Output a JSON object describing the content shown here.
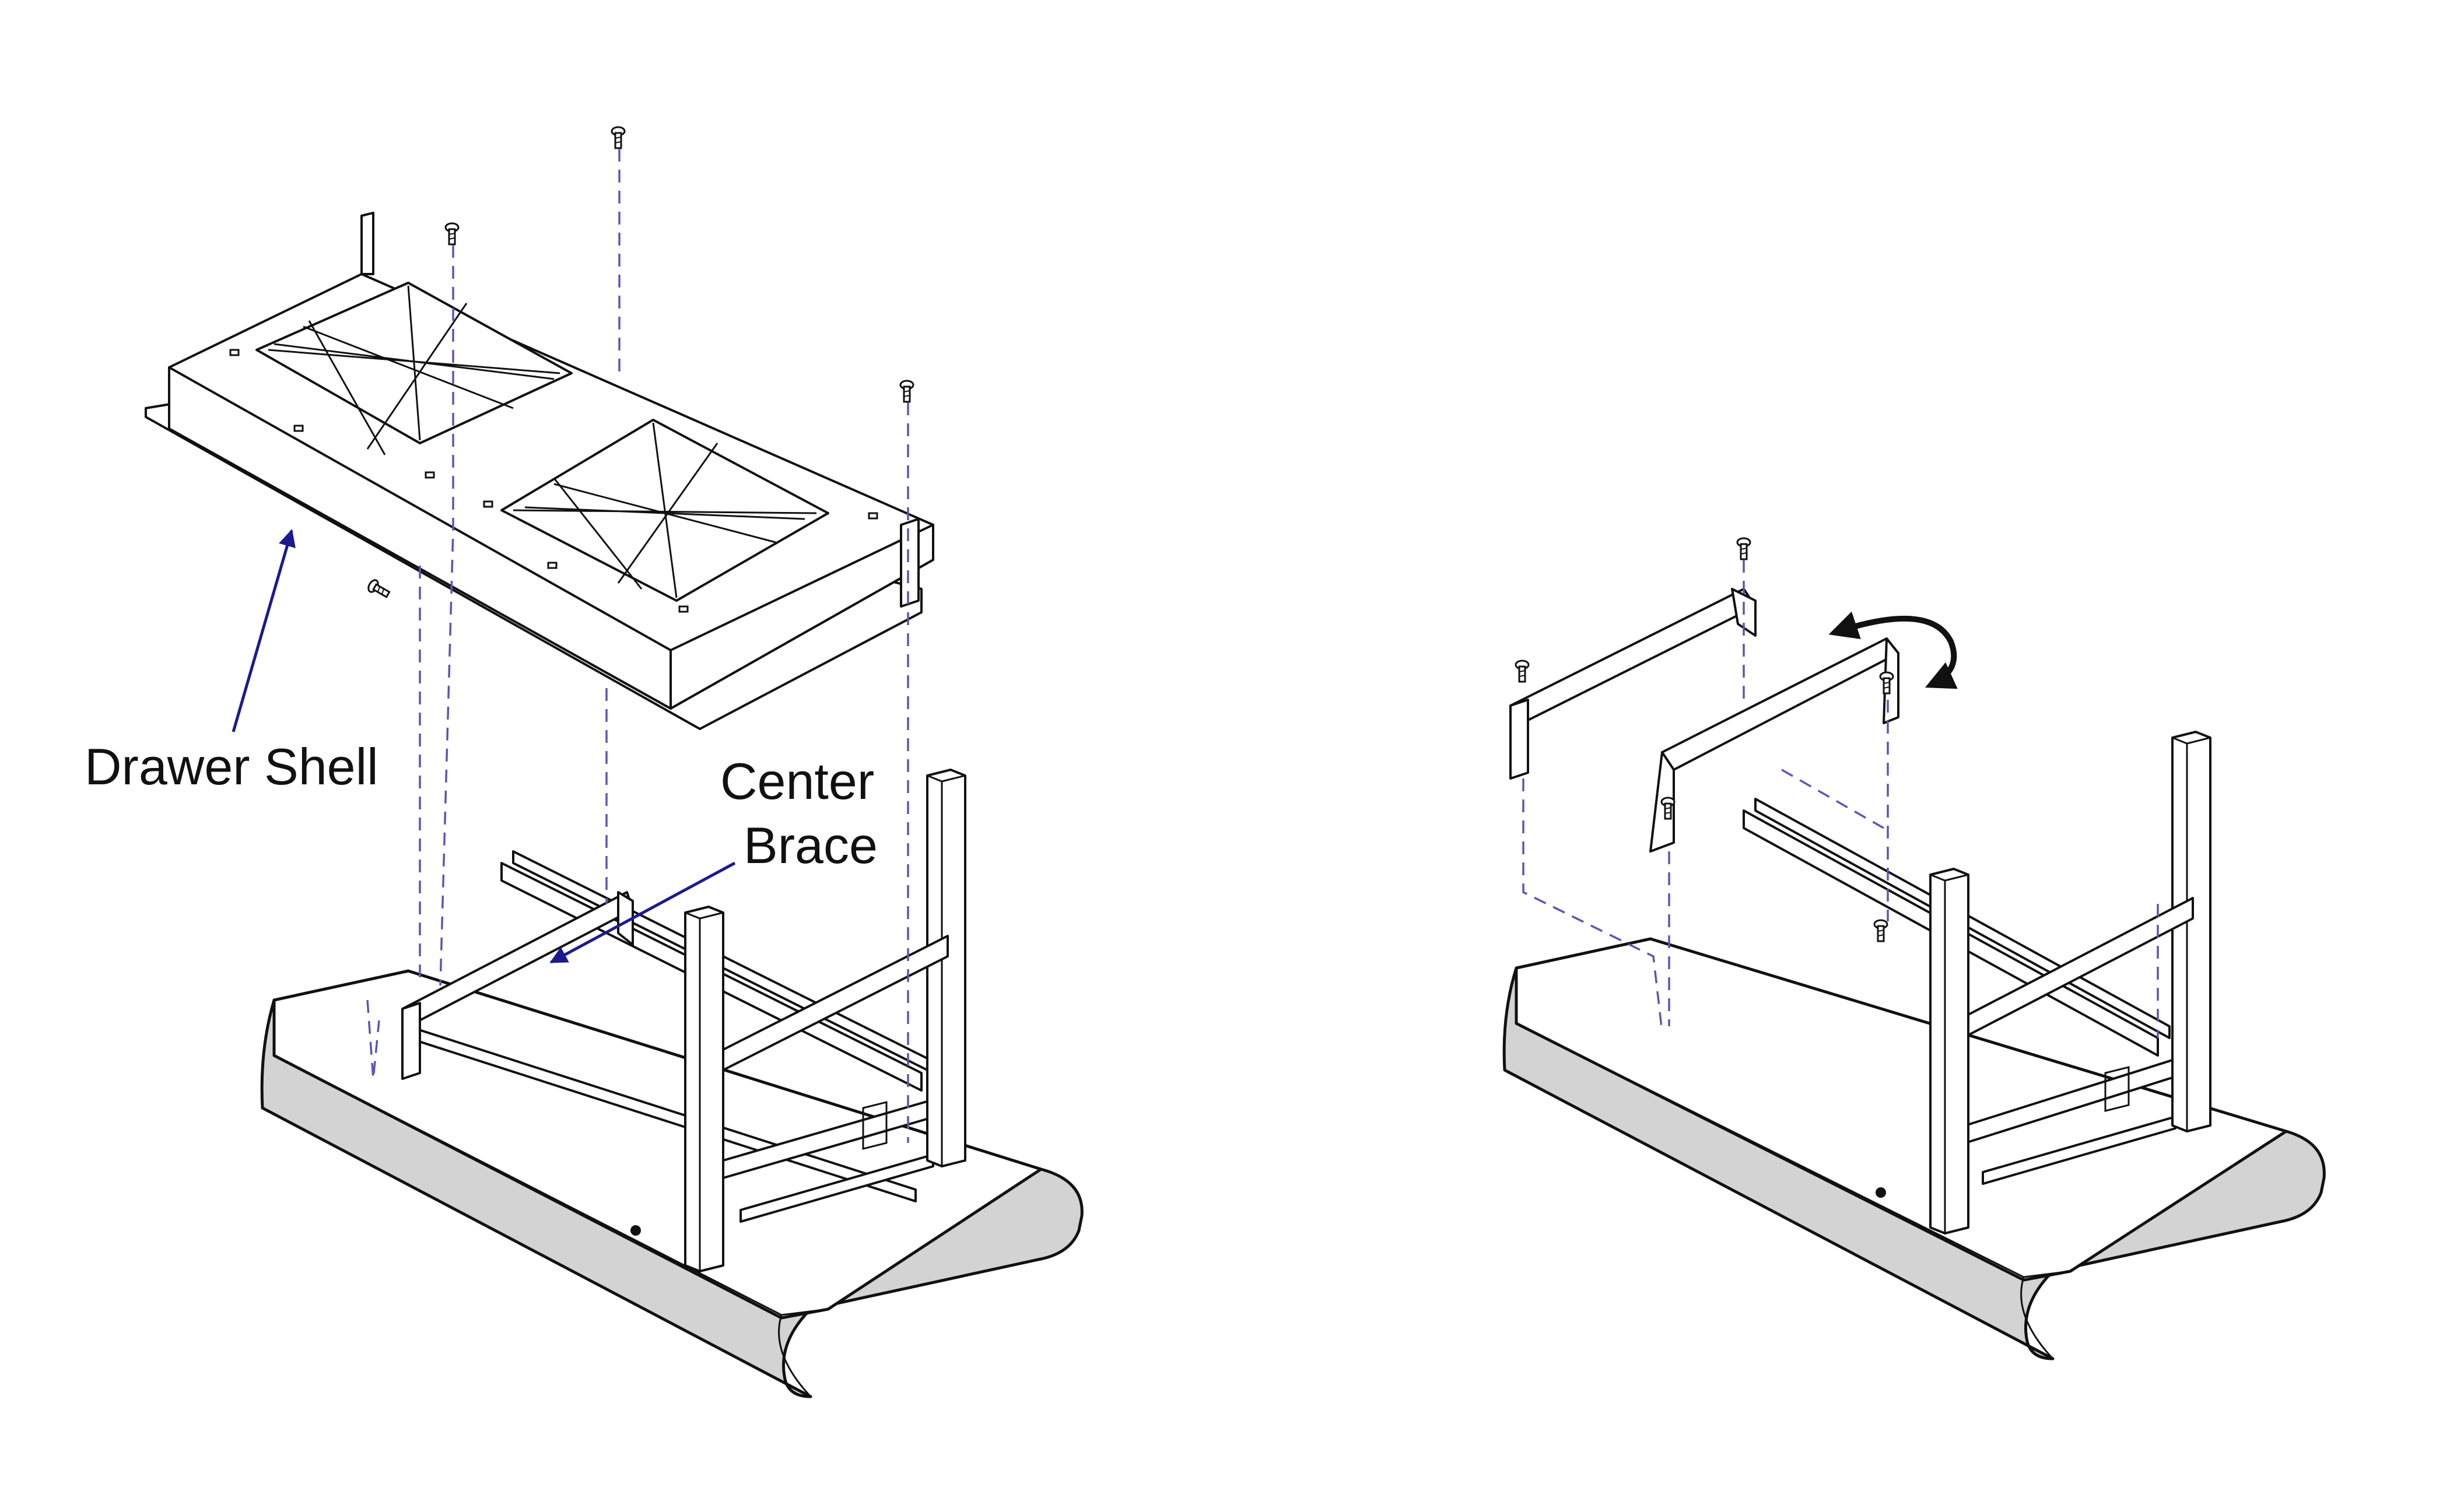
{
  "figure": {
    "labels": {
      "drawer_shell": "Drawer Shell",
      "center_brace_line1": "Center",
      "center_brace_line2": "Brace"
    },
    "colors": {
      "line": "#111111",
      "guide_dash": "#5a55b8",
      "arrow": "#1c1a8c",
      "base_fill": "#d3d3d3",
      "background": "#ffffff"
    },
    "icons": [
      "screw-icon",
      "rotate-arrow-icon",
      "leader-arrow-icon"
    ]
  }
}
